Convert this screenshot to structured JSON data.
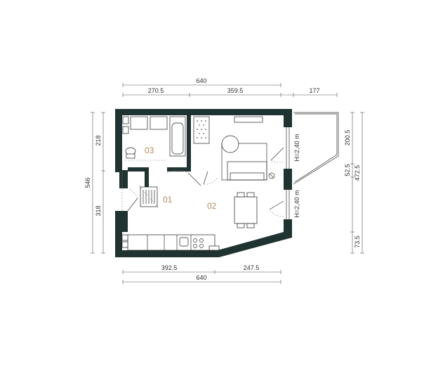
{
  "colors": {
    "wall": "#1f3330",
    "room_label": "#b08a55",
    "dimension": "#333333"
  },
  "dimensions": {
    "top_total": "640",
    "top_left": "270.5",
    "top_mid": "359.5",
    "top_balcony": "177",
    "bottom_left": "392.5",
    "bottom_right": "247.5",
    "bottom_total": "640",
    "left_total": "546",
    "left_upper": "218",
    "left_lower": "318",
    "right_upper": "200.5",
    "right_mid": "52.5",
    "right_total": "472.5",
    "right_lower": "73.5"
  },
  "heights": {
    "upper_window": "H=2,40 m",
    "lower_window": "H=2,40 m"
  },
  "rooms": {
    "hall": "01",
    "living": "02",
    "bathroom": "03"
  }
}
